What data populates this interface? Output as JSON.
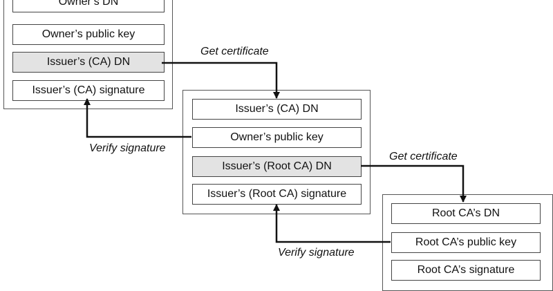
{
  "certificates": [
    {
      "fields": [
        "Owner’s DN",
        "Owner’s public key",
        "Issuer’s (CA) DN",
        "Issuer’s (CA) signature"
      ],
      "shaded_field": 2
    },
    {
      "fields": [
        "Issuer’s (CA) DN",
        "Owner’s public key",
        "Issuer’s (Root CA) DN",
        "Issuer’s (Root CA) signature"
      ],
      "shaded_field": 2
    },
    {
      "fields": [
        "Root CA’s DN",
        "Root CA’s public key",
        "Root CA’s signature"
      ],
      "shaded_field": null
    }
  ],
  "labels": {
    "get_certificate_1": "Get certificate",
    "get_certificate_2": "Get certificate",
    "verify_signature_1": "Verify signature",
    "verify_signature_2": "Verify signature"
  },
  "colors": {
    "shaded_field": "#e3e3e3",
    "arrow": "#111111"
  }
}
